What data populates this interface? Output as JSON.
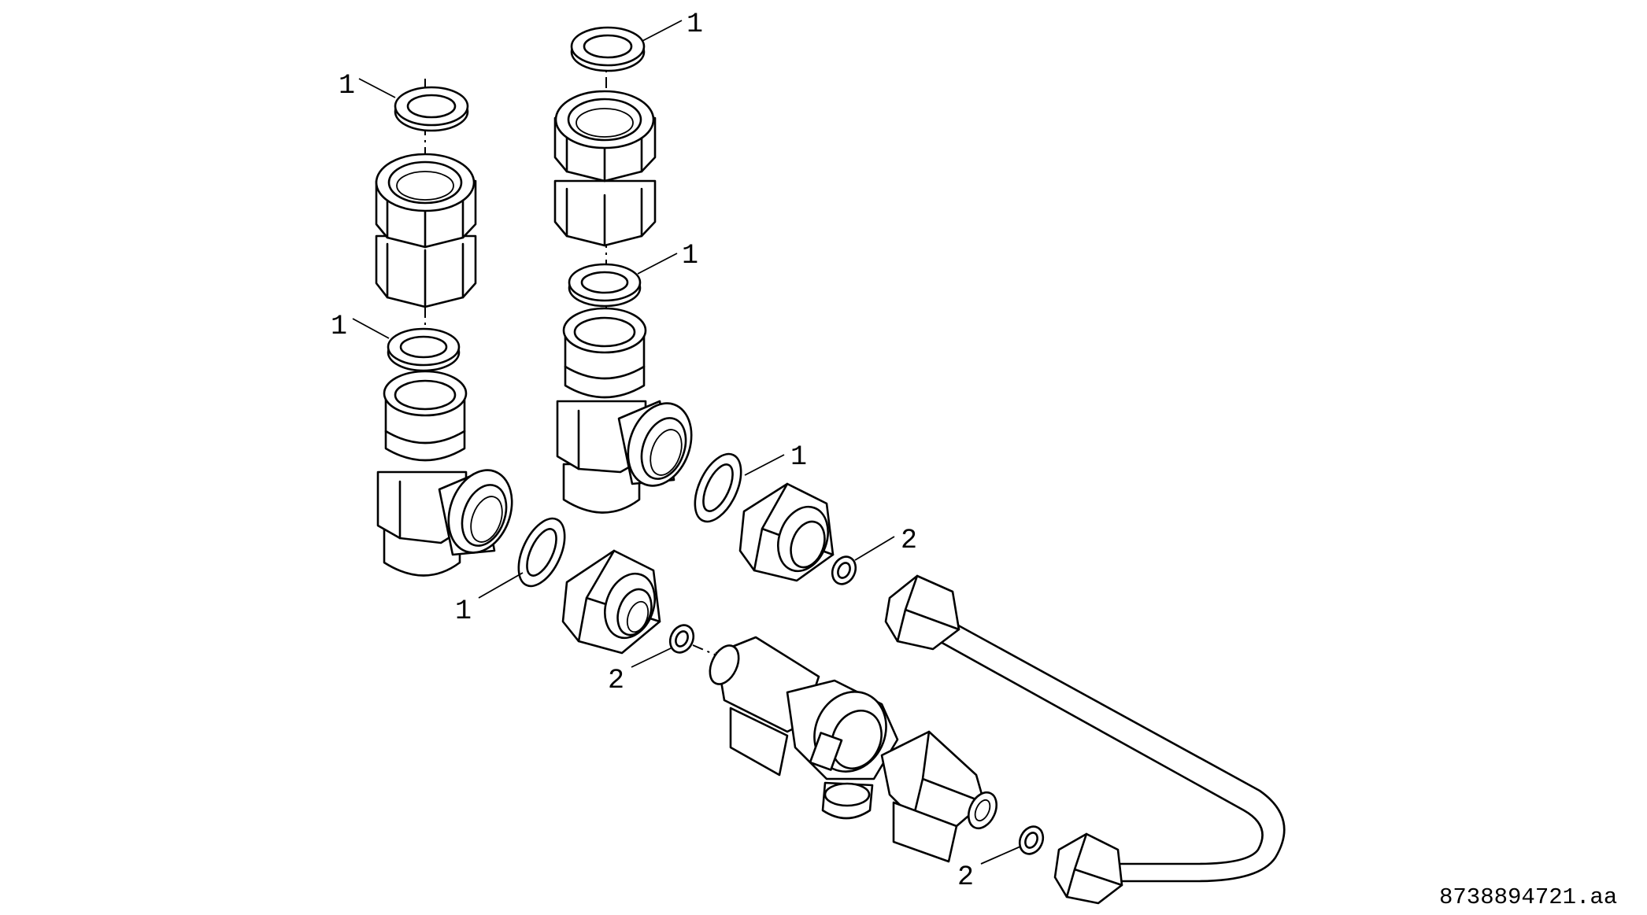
{
  "drawing": {
    "reference_code": "8738894721.aa"
  },
  "callouts": {
    "seal_large": "1",
    "seal_small": "2"
  }
}
